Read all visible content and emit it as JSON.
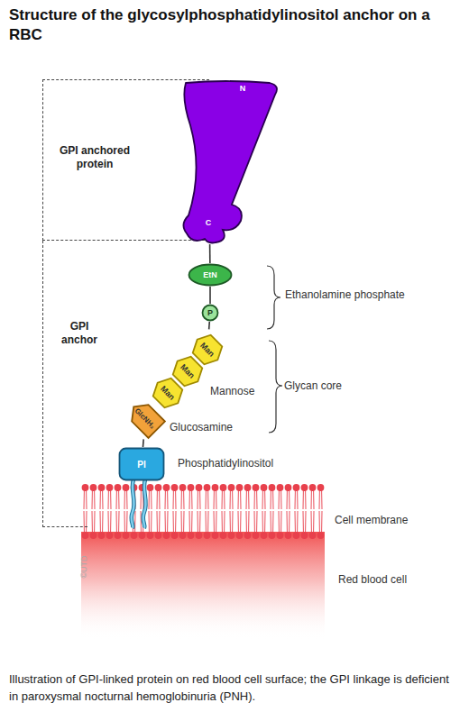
{
  "diagram": {
    "title": "Structure of the glycosylphosphatidylinositol anchor on a RBC",
    "caption": "Illustration of GPI-linked protein on red blood cell surface; the GPI linkage is deficient in paroxysmal nocturnal hemoglobinuria (PNH).",
    "nodes": [
      {
        "text": [
          "GPI anchored protein"
        ]
      },
      {
        "text": [
          "N",
          "C"
        ],
        "in": 0
      },
      {
        "text": [
          "GPI anchor"
        ]
      },
      {
        "text": [
          "EtN"
        ],
        "in": 2
      },
      {
        "text": [
          "P"
        ],
        "in": 2
      },
      {
        "text": [
          "Man"
        ],
        "in": 2
      },
      {
        "text": [
          "Man"
        ],
        "in": 2
      },
      {
        "text": [
          "Man"
        ],
        "in": 2
      },
      {
        "text": [
          "GlcNH₂"
        ],
        "in": 2
      },
      {
        "text": [
          "PI"
        ],
        "in": 2
      }
    ],
    "edges": [
      {
        "from": 1,
        "to": 3,
        "arrow": "none"
      },
      {
        "from": 3,
        "to": 4,
        "arrow": "none"
      },
      {
        "from": 4,
        "to": 5,
        "arrow": "none"
      },
      {
        "from": 8,
        "to": 9,
        "arrow": "none"
      }
    ],
    "labels": [
      "Ethanolamine phosphate",
      "Mannose",
      "Glycan core",
      "Glucosamine",
      "Phosphatidylinositol",
      "Cell membrane",
      "Red blood cell",
      "©UTD"
    ]
  }
}
